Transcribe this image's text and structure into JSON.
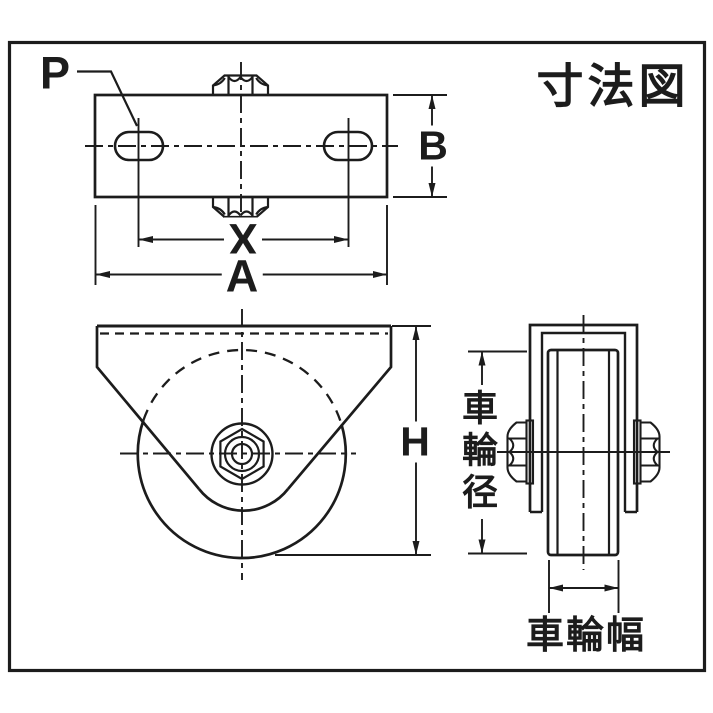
{
  "title": "寸法図",
  "top_view": {
    "hole_label": "P",
    "dim_hole_pitch": "X",
    "dim_plate_length": "A",
    "dim_plate_width": "B"
  },
  "front_view": {
    "dim_total_height": "H"
  },
  "side_view": {
    "wheel_diameter_label": "車輪径",
    "wheel_width_label": "車輪幅"
  },
  "colors": {
    "line": "#1c1c1c",
    "background": "#ffffff"
  }
}
